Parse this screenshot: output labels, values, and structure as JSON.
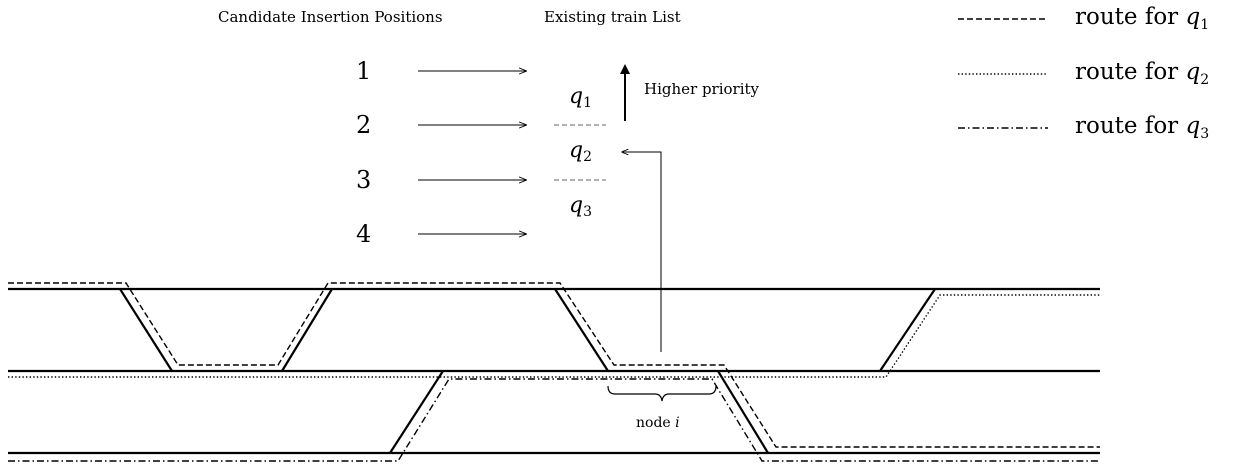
{
  "header": {
    "candidates_title": "Candidate Insertion Positions",
    "existing_title": "Existing train List"
  },
  "positions": [
    "1",
    "2",
    "3",
    "4"
  ],
  "train_list": [
    {
      "name": "q",
      "sub": "1"
    },
    {
      "name": "q",
      "sub": "2"
    },
    {
      "name": "q",
      "sub": "3"
    }
  ],
  "priority_label": "Higher priority",
  "node_label": {
    "text": "node ",
    "var": "i"
  },
  "legend": [
    {
      "text": "route for ",
      "var": "q",
      "sub": "1",
      "style": "dashed"
    },
    {
      "text": "route for ",
      "var": "q",
      "sub": "2",
      "style": "dotted"
    },
    {
      "text": "route for ",
      "var": "q",
      "sub": "3",
      "style": "dashdot"
    }
  ],
  "colors": {
    "ink": "#000000",
    "background": "#ffffff"
  }
}
